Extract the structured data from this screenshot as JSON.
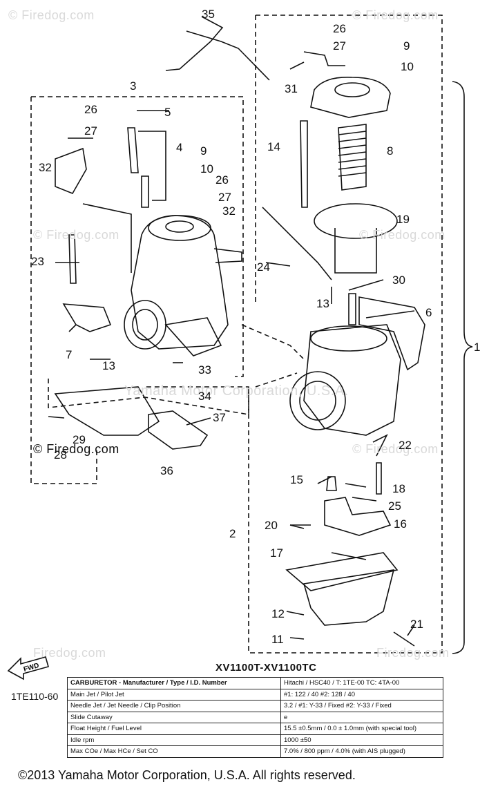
{
  "watermark": "© Firedog.com",
  "watermark_firedog": "Firedog.com",
  "watermark_ymc": "Yamaha Motor Corporation, U.S.A.",
  "callouts": [
    "1",
    "2",
    "3",
    "4",
    "5",
    "6",
    "7",
    "8",
    "9",
    "9",
    "10",
    "10",
    "11",
    "12",
    "13",
    "13",
    "14",
    "15",
    "16",
    "17",
    "18",
    "19",
    "20",
    "21",
    "22",
    "23",
    "24",
    "25",
    "26",
    "26",
    "26",
    "27",
    "27",
    "27",
    "28",
    "29",
    "30",
    "31",
    "32",
    "32",
    "33",
    "34",
    "35",
    "36",
    "37"
  ],
  "model_title": "XV1100T-XV1100TC",
  "side_code": "1TE110-60",
  "fwd_label": "FWD",
  "spec_table": [
    {
      "key": "CARBURETOR - Manufacturer / Type / I.D. Number",
      "value": "Hitachi / HSC40 / T: 1TE-00        TC: 4TA-00"
    },
    {
      "key": "Main Jet / Pilot Jet",
      "value": "#1: 122 / 40          #2: 128 / 40"
    },
    {
      "key": "Needle Jet / Jet Needle / Clip Position",
      "value": "3.2 / #1: Y-33 / Fixed      #2: Y-33 / Fixed"
    },
    {
      "key": "Slide Cutaway",
      "value": "e"
    },
    {
      "key": "Float Height / Fuel Level",
      "value": "15.5 ±0.5mm / 0.0 ± 1.0mm (with special tool)"
    },
    {
      "key": "Idle rpm",
      "value": "1000 ±50"
    },
    {
      "key": "Max COe / Max HCe / Set CO",
      "value": "7.0% / 800 ppm / 4.0% (with AIS plugged)"
    }
  ],
  "copyright": "©2013 Yamaha Motor Corporation, U.S.A. All rights reserved."
}
